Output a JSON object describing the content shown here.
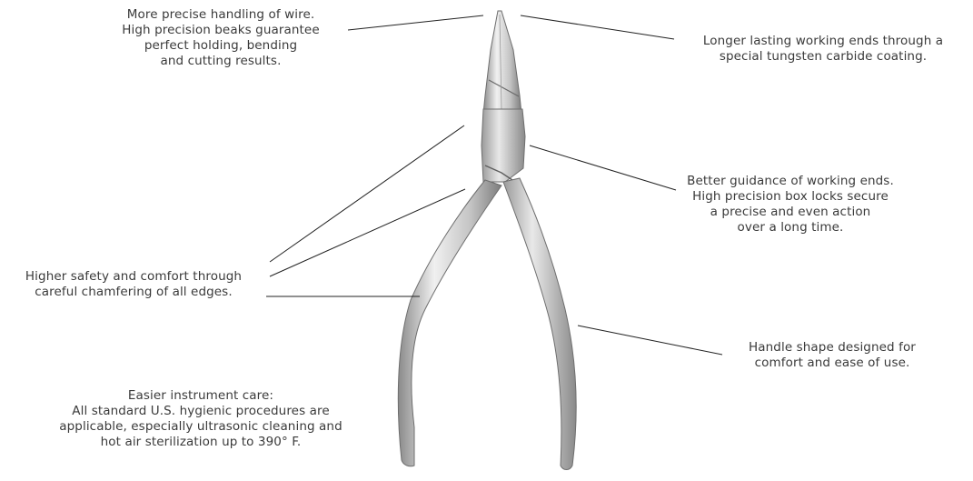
{
  "colors": {
    "text": "#3a3a3a",
    "leader_line": "#222222",
    "steel_light": "#e6e6e6",
    "steel_mid": "#b5b5b5",
    "steel_dark": "#7a7a7a"
  },
  "callouts": {
    "wire_handling": {
      "lines": [
        "More precise handling of wire.",
        "High precision beaks guarantee",
        "perfect holding, bending",
        "and cutting results."
      ]
    },
    "working_ends": {
      "lines": [
        "Longer lasting working ends through a",
        "special tungsten carbide coating."
      ]
    },
    "guidance": {
      "lines": [
        "Better guidance of working ends.",
        "High precision box locks secure",
        "a precise and even action",
        "over a long time."
      ]
    },
    "safety": {
      "lines": [
        "Higher safety and comfort through",
        "careful chamfering of all edges."
      ]
    },
    "handle": {
      "lines": [
        "Handle shape designed for",
        "comfort and ease of use."
      ]
    },
    "care": {
      "lines": [
        "Easier instrument care:",
        "All standard U.S. hygienic procedures are",
        "applicable, especially ultrasonic cleaning and",
        "hot air sterilization up to 390° F."
      ]
    }
  }
}
